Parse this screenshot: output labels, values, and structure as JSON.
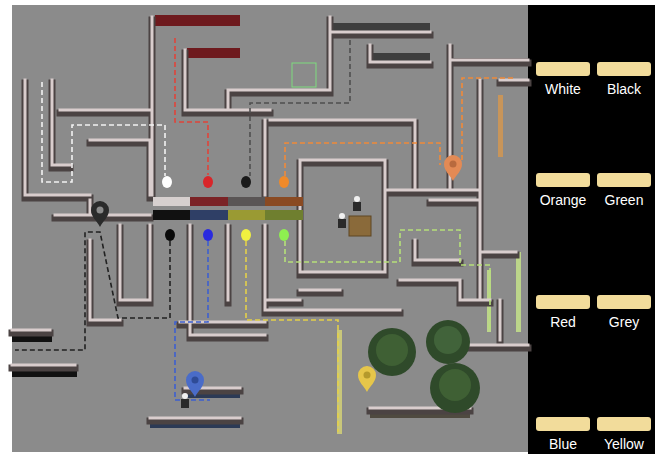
{
  "diagram": {
    "nodes": [
      {
        "text": [
          "White"
        ]
      },
      {
        "text": [
          "Black"
        ]
      },
      {
        "text": [
          "Orange"
        ]
      },
      {
        "text": [
          "Green"
        ]
      },
      {
        "text": [
          "Red"
        ]
      },
      {
        "text": [
          "Grey"
        ]
      },
      {
        "text": [
          "Blue"
        ]
      },
      {
        "text": [
          "Yellow"
        ]
      }
    ]
  }
}
